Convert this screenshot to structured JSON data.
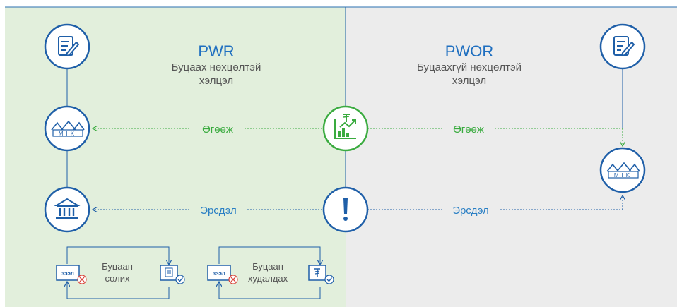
{
  "left_panel": {
    "title": "PWR",
    "subtitle_line1": "Буцаах нөхцөлтэй",
    "subtitle_line2": "хэлцэл",
    "bg": "#e2efdc"
  },
  "right_panel": {
    "title": "PWOR",
    "subtitle_line1": "Буцаахгүй нөхцөлтэй",
    "subtitle_line2": "хэлцэл",
    "bg": "#ececec"
  },
  "flows": {
    "income_label": "Өгөөж",
    "risk_label": "Эрсдэл"
  },
  "mbs_label": "MIK",
  "swap_box": {
    "loan_tag": "зээл",
    "line1": "Буцаан",
    "line2": "солих"
  },
  "sell_box": {
    "loan_tag": "зээл",
    "line1": "Буцаан",
    "line2": "худалдах"
  },
  "colors": {
    "blue": "#1f5fa8",
    "green": "#3aab3f",
    "label_blue": "#2a7fc4",
    "label_green": "#3aab3f",
    "red": "#d9443a",
    "gray_text": "#555555"
  },
  "icons": {
    "contract": "contract-icon",
    "mik_houses": "mik-houses-icon",
    "bank": "bank-icon",
    "investment": "investment-growth-icon",
    "risk": "exclamation-icon"
  }
}
